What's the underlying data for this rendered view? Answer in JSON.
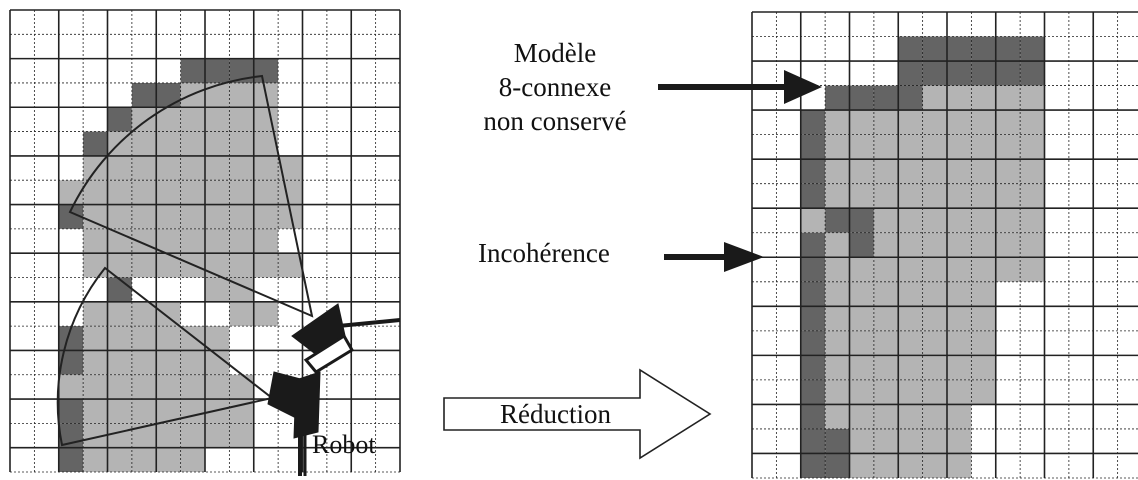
{
  "figure": {
    "labels": {
      "model_line1": "Modèle",
      "model_line2": "8-connexe",
      "model_line3": "non conservé",
      "incoherence": "Incohérence",
      "reduction": "Réduction",
      "robot": "Robot"
    },
    "colors": {
      "background": "#ffffff",
      "grid_line": "#222222",
      "cell_light": "#b4b4b4",
      "cell_dark": "#646464",
      "robot": "#1a1a1a",
      "arrow": "#1a1a1a"
    },
    "left_grid": {
      "cols": 16,
      "rows": 19,
      "cells": [
        "................",
        "................",
        ".......DDDD.....",
        ".....DDLLLL.....",
        "....DLLLLLL.....",
        "...DLLLLLLL.....",
        "...LLLLLLLLL....",
        "..LLLLLLLLLL....",
        "..DLLLLLLLLL....",
        "...LLLLLLLL.....",
        "...LLLLLLLLL....",
        "....D...LL......",
        "...LLLL..LL.....",
        "..DLLLLLL.......",
        "..DLLLLLL.......",
        "..LLLLLLLL......",
        "..DLLLLLLL......",
        "..DLLLLLLL......",
        "..DLLLLL........",
        "................"
      ]
    },
    "right_grid": {
      "cols": 16,
      "rows": 19,
      "cells": [
        "................",
        "......DDDDDD....",
        "......DDDDDD....",
        "...DDDDLLLLL....",
        "..DLLLLLLLLL....",
        "..DLLLLLLLLL....",
        "..DLLLLLLLLL....",
        "..DLLLLLLLLL....",
        "..LDDLLLLLLL....",
        "..DLDLLLLLLL....",
        "..DLLLLLLLLL....",
        "..DLLLLLLL......",
        "..DLLLLLLL......",
        "..DLLLLLLL......",
        "..DLLLLLLL......",
        "..DLLLLLLL......",
        "..DLLLLLL.......",
        "..DDLLLLL.......",
        "..DDLLLLL......."
      ]
    }
  }
}
